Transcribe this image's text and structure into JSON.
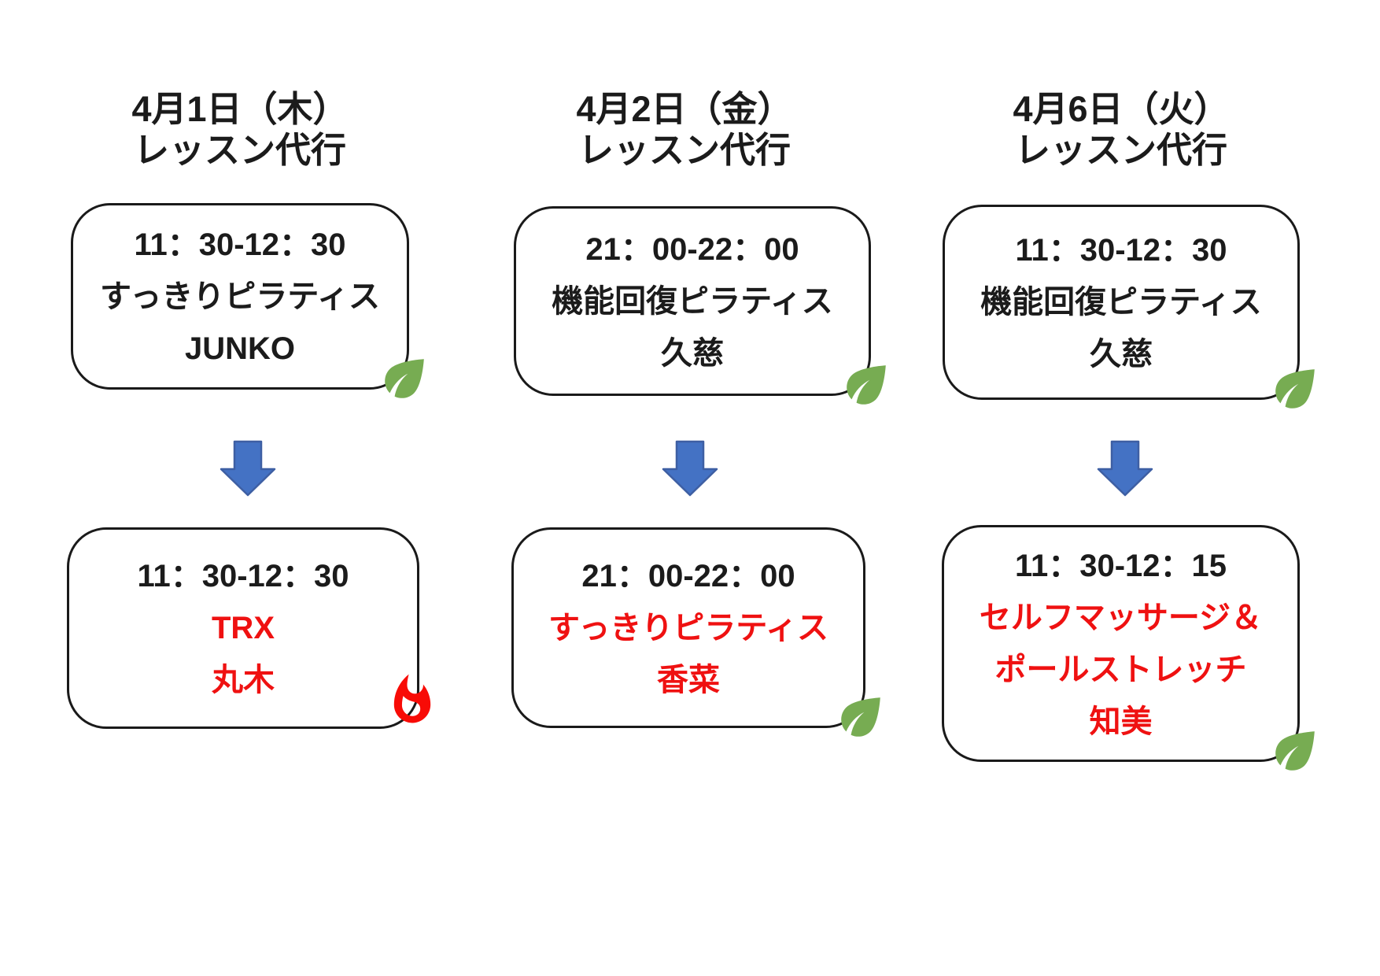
{
  "colors": {
    "text_black": "#1b1b1b",
    "substitute_red": "#ef1111",
    "leaf_green": "#77ac52",
    "flame_red": "#f80b06",
    "arrow_blue_fill": "#4472c4",
    "arrow_blue_stroke": "#3e5fa3",
    "card_border": "#1a1a1a",
    "background": "#ffffff"
  },
  "columns": [
    {
      "header": {
        "line1": "4月1日（木）",
        "line2": "レッスン代行"
      },
      "original": {
        "time": "11：30-12：30",
        "lines": [
          "すっきりピラティス",
          "JUNKO"
        ],
        "icon": "leaf-icon"
      },
      "substitute": {
        "time": "11：30-12：30",
        "lines": [
          "TRX",
          "丸木"
        ],
        "icon": "flame-icon"
      }
    },
    {
      "header": {
        "line1": "4月2日（金）",
        "line2": "レッスン代行"
      },
      "original": {
        "time": "21：00-22：00",
        "lines": [
          "機能回復ピラティス",
          "久慈"
        ],
        "icon": "leaf-icon"
      },
      "substitute": {
        "time": "21：00-22：00",
        "lines": [
          "すっきりピラティス",
          "香菜"
        ],
        "icon": "leaf-icon"
      }
    },
    {
      "header": {
        "line1": "4月6日（火）",
        "line2": "レッスン代行"
      },
      "original": {
        "time": "11：30-12：30",
        "lines": [
          "機能回復ピラティス",
          "久慈"
        ],
        "icon": "leaf-icon"
      },
      "substitute": {
        "time": "11：30-12：15",
        "lines": [
          "セルフマッサージ＆",
          "ポールストレッチ",
          "知美"
        ],
        "icon": "leaf-icon"
      }
    }
  ]
}
